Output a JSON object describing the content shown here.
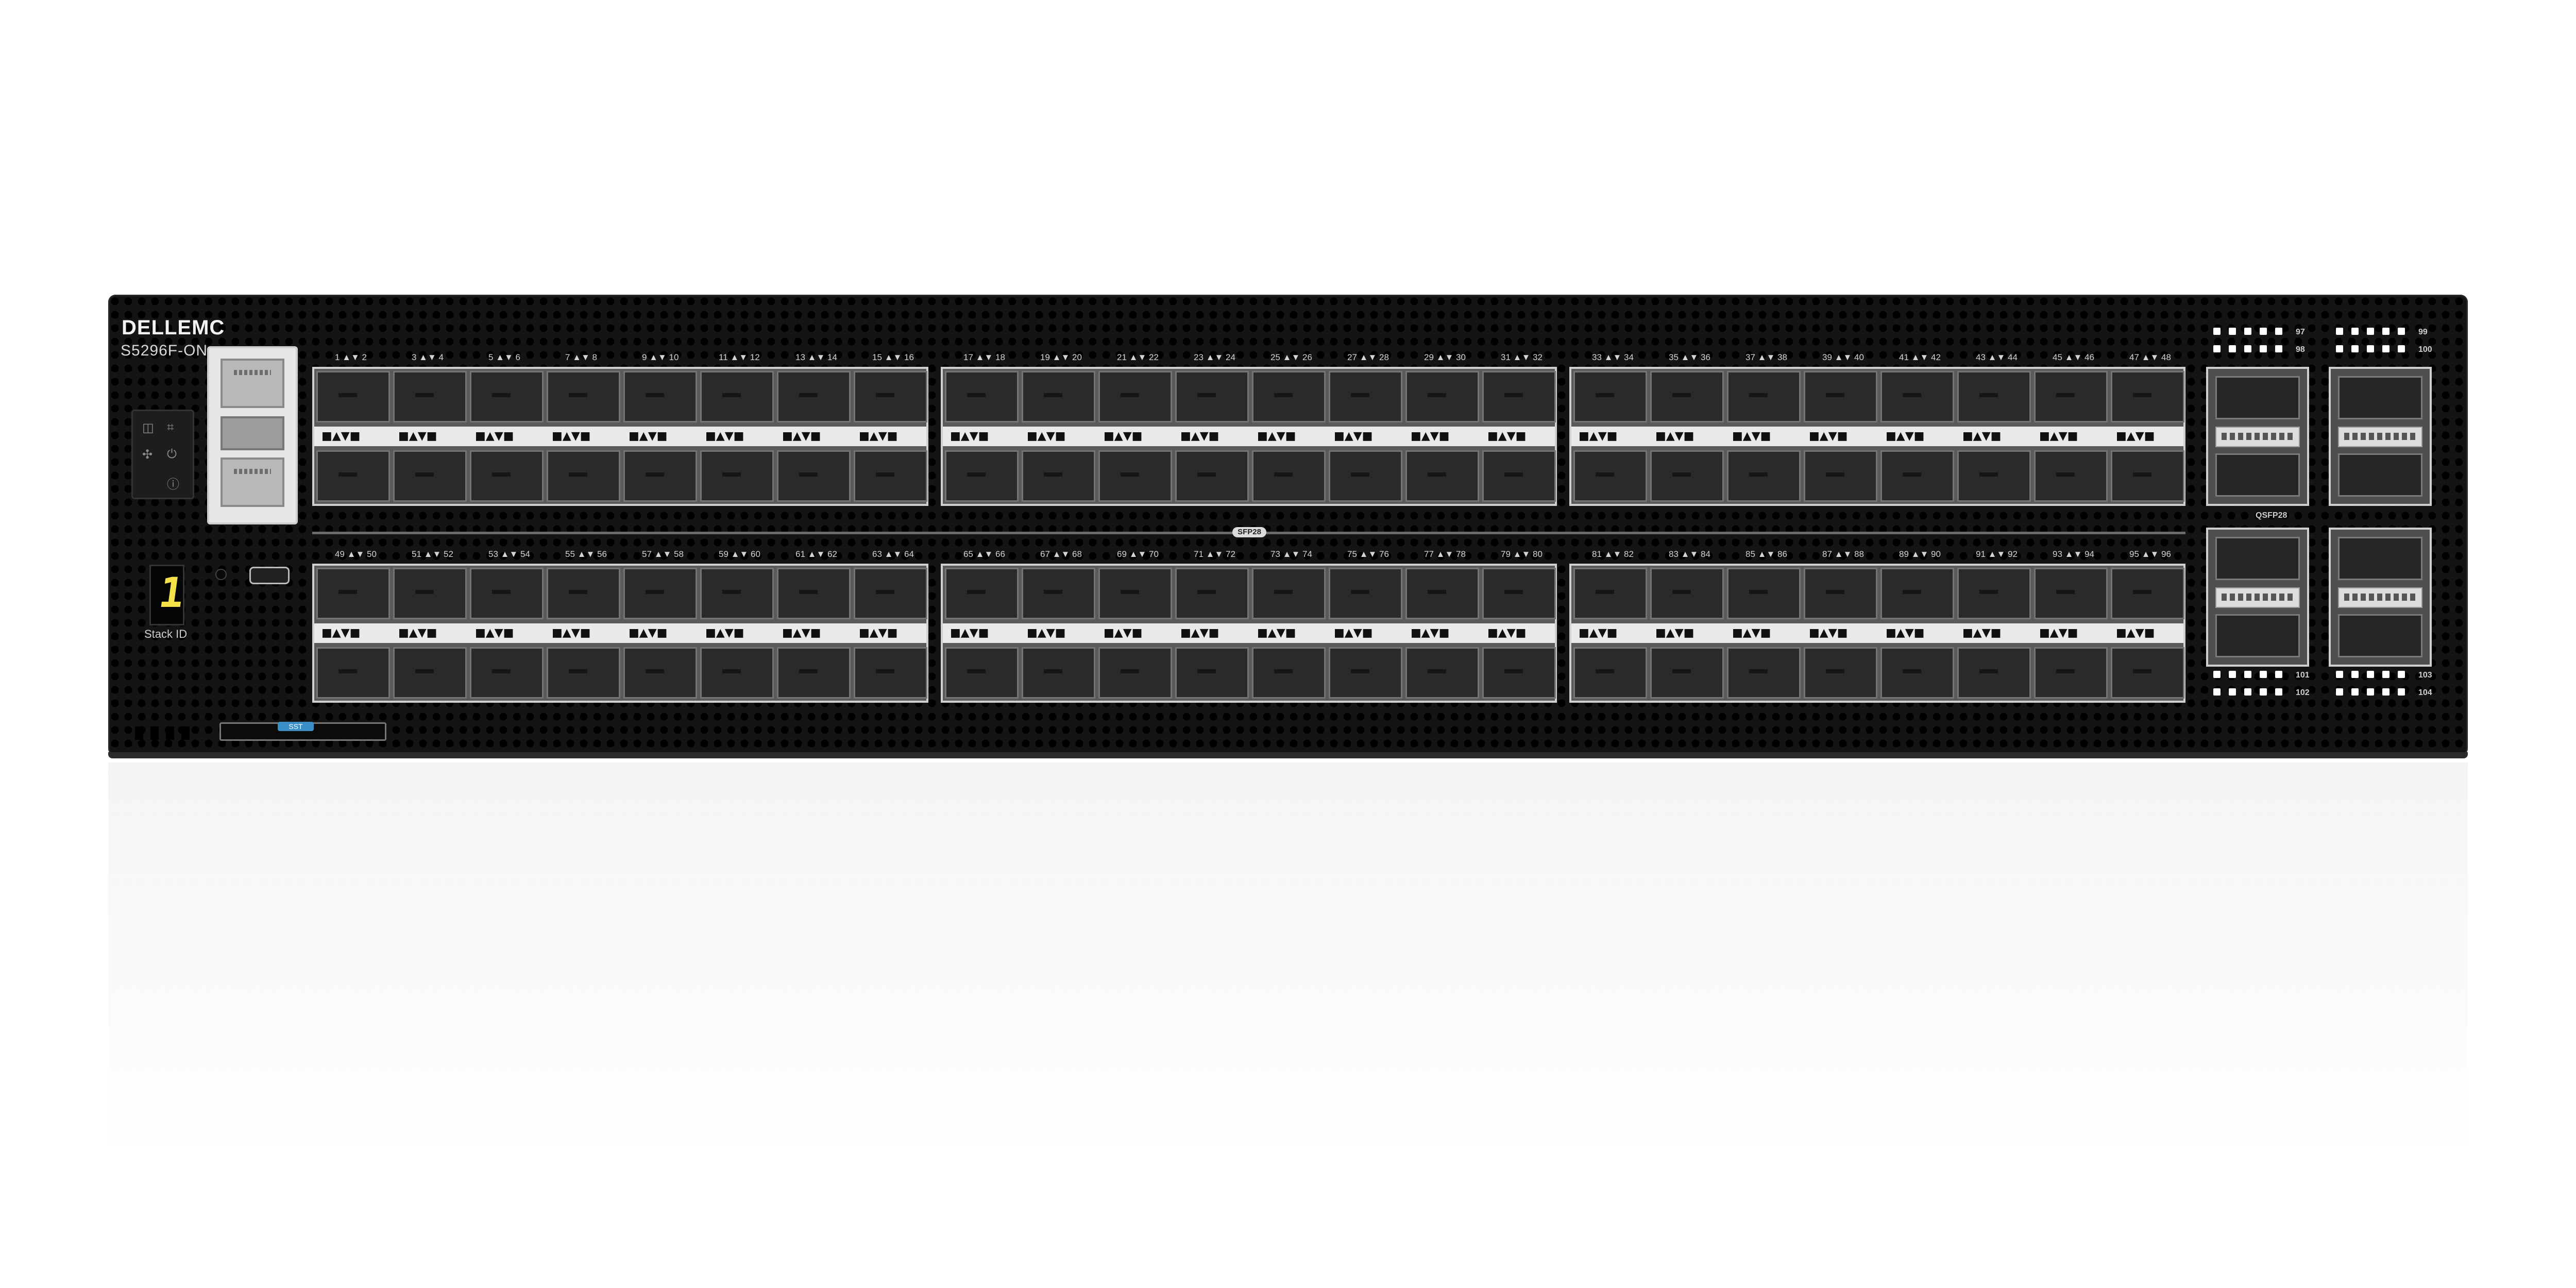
{
  "device": {
    "brand": "DELLEMC",
    "model": "S5296F-ON",
    "stack_label": "Stack ID",
    "stack_value": "1",
    "sfp_tag": "SFP28",
    "qsfp_tag": "QSFP28",
    "sd_tag": "SST"
  },
  "sfp_groups": [
    {
      "id": "top-1",
      "labels": [
        "1 ▲▼ 2",
        "3 ▲▼ 4",
        "5 ▲▼ 6",
        "7 ▲▼ 8",
        "9 ▲▼ 10",
        "11 ▲▼ 12",
        "13 ▲▼ 14",
        "15 ▲▼ 16"
      ]
    },
    {
      "id": "top-2",
      "labels": [
        "17 ▲▼ 18",
        "19 ▲▼ 20",
        "21 ▲▼ 22",
        "23 ▲▼ 24",
        "25 ▲▼ 26",
        "27 ▲▼ 28",
        "29 ▲▼ 30",
        "31 ▲▼ 32"
      ]
    },
    {
      "id": "top-3",
      "labels": [
        "33 ▲▼ 34",
        "35 ▲▼ 36",
        "37 ▲▼ 38",
        "39 ▲▼ 40",
        "41 ▲▼ 42",
        "43 ▲▼ 44",
        "45 ▲▼ 46",
        "47 ▲▼ 48"
      ]
    },
    {
      "id": "bottom-1",
      "labels": [
        "49 ▲▼ 50",
        "51 ▲▼ 52",
        "53 ▲▼ 54",
        "55 ▲▼ 56",
        "57 ▲▼ 58",
        "59 ▲▼ 60",
        "61 ▲▼ 62",
        "63 ▲▼ 64"
      ]
    },
    {
      "id": "bottom-2",
      "labels": [
        "65 ▲▼ 66",
        "67 ▲▼ 68",
        "69 ▲▼ 70",
        "71 ▲▼ 72",
        "73 ▲▼ 74",
        "75 ▲▼ 76",
        "77 ▲▼ 78",
        "79 ▲▼ 80"
      ]
    },
    {
      "id": "bottom-3",
      "labels": [
        "81 ▲▼ 82",
        "83 ▲▼ 84",
        "85 ▲▼ 86",
        "87 ▲▼ 88",
        "89 ▲▼ 90",
        "91 ▲▼ 92",
        "93 ▲▼ 94",
        "95 ▲▼ 96"
      ]
    }
  ],
  "qsfp_labels": [
    "97",
    "98",
    "99",
    "100",
    "101",
    "102",
    "103",
    "104"
  ],
  "icons": {
    "locator": "square-icon",
    "fan": "fan-icon",
    "power": "power-icon",
    "status": "info-icon",
    "mgmt": "network-icon"
  },
  "colors": {
    "chassis": "#141414",
    "port_frame": "#cfcfcf",
    "led_bar": "#e9e9e9",
    "stack_digit": "#f5e24a",
    "sd_tag": "#3b8fc7"
  }
}
